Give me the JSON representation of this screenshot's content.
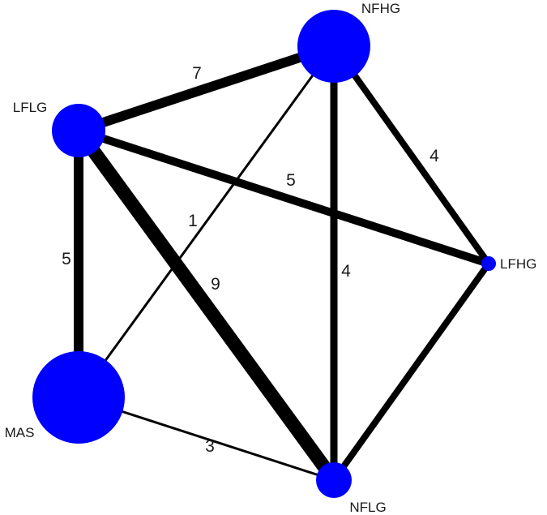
{
  "network": {
    "node_color": "#0000ff",
    "edge_color": "#000000",
    "background": "#ffffff",
    "nodes": [
      {
        "id": "NFHG",
        "label": "NFHG"
      },
      {
        "id": "LFLG",
        "label": "LFLG"
      },
      {
        "id": "LFHG",
        "label": "LFHG"
      },
      {
        "id": "MAS",
        "label": "MAS"
      },
      {
        "id": "NFLG",
        "label": "NFLG"
      }
    ],
    "edges": [
      {
        "from": "LFLG",
        "to": "NFHG",
        "label": "7"
      },
      {
        "from": "NFHG",
        "to": "MAS",
        "label": "1"
      },
      {
        "from": "NFHG",
        "to": "NFLG",
        "label": "4"
      },
      {
        "from": "NFHG",
        "to": "LFHG",
        "label": "4"
      },
      {
        "from": "LFLG",
        "to": "LFHG",
        "label": "5"
      },
      {
        "from": "LFLG",
        "to": "MAS",
        "label": "5"
      },
      {
        "from": "LFLG",
        "to": "NFLG",
        "label": "9"
      },
      {
        "from": "MAS",
        "to": "NFLG",
        "label": "3"
      },
      {
        "from": "LFHG",
        "to": "NFLG",
        "label": ""
      }
    ]
  }
}
